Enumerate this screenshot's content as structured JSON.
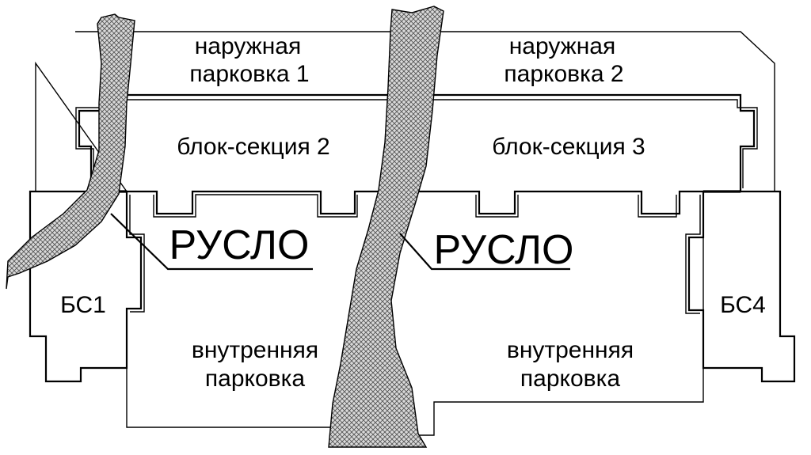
{
  "labels": {
    "outdoor_parking_1_line1": "наружная",
    "outdoor_parking_1_line2": "парковка 1",
    "outdoor_parking_2_line1": "наружная",
    "outdoor_parking_2_line2": "парковка 2",
    "block_section_2": "блок-секция 2",
    "block_section_3": "блок-секция 3",
    "riverbed_left": "РУСЛО",
    "riverbed_right": "РУСЛО",
    "bs1": "БС1",
    "bs4": "БС4",
    "indoor_parking_left_line1": "внутренняя",
    "indoor_parking_left_line2": "парковка",
    "indoor_parking_right_line1": "внутренняя",
    "indoor_parking_right_line2": "парковка"
  }
}
